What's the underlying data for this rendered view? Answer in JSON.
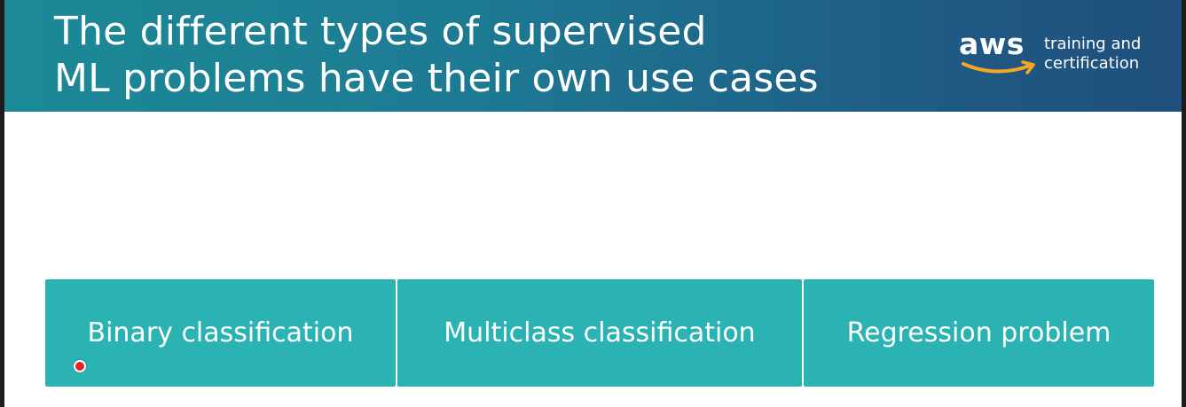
{
  "slide": {
    "title_lines": [
      "The different types of supervised",
      "ML problems have their own use cases"
    ],
    "logo": {
      "brand": "aws",
      "tagline_lines": [
        "training and",
        "certification"
      ]
    },
    "boxes": [
      {
        "label": "Binary classification"
      },
      {
        "label": "Multiclass classification"
      },
      {
        "label": "Regression problem"
      }
    ]
  },
  "colors": {
    "header_start": "#1c8a96",
    "header_end": "#1f4f7c",
    "box_fill": "#2bb2b3",
    "logo_smile": "#f5a623",
    "pointer": "#e0262a"
  },
  "icons": {
    "logo_smile": "aws-smile-arrow-icon",
    "pointer": "laser-pointer-dot-icon"
  }
}
